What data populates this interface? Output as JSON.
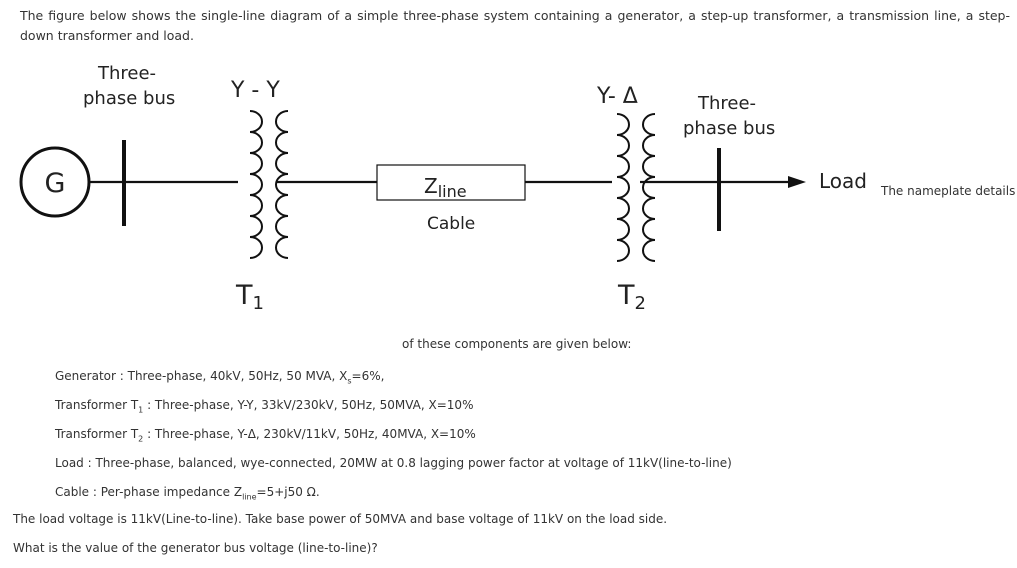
{
  "intro": "The figure below shows the single-line diagram of a simple three-phase system containing a generator, a step-up transformer, a transmission line, a step-down transformer and load.",
  "diagram": {
    "bus1_line1": "Three-",
    "bus1_line2": "phase bus",
    "t1_connection": "Y - Y",
    "t2_connection": "Y- Δ",
    "bus2_line1": "Three-",
    "bus2_line2": "phase bus",
    "generator": "G",
    "line_z": "Z",
    "line_z_sub": "line",
    "line_label": "Cable",
    "t1_label": "T",
    "t1_sub": "1",
    "t2_label": "T",
    "t2_sub": "2",
    "load": "Load"
  },
  "side_note": "The nameplate details",
  "mid_note": "of these components are given below:",
  "specs": {
    "gen_pre": "Generator : Three-phase, 40kV, 50Hz, 50 MVA, X",
    "gen_sub": "s",
    "gen_post": "=6%,",
    "t1_pre": "Transformer T",
    "t1_sub": "1",
    "t1_post": " : Three-phase, Y-Y, 33kV/230kV, 50Hz, 50MVA, X=10%",
    "t2_pre": "Transformer T",
    "t2_sub": "2",
    "t2_post": " : Three-phase, Y-Δ, 230kV/11kV, 50Hz, 40MVA, X=10%",
    "load": "Load : Three-phase, balanced, wye-connected, 20MW at 0.8 lagging power factor at voltage of 11kV(line-to-line)",
    "cable_pre": "Cable : Per-phase impedance Z",
    "cable_sub": "line",
    "cable_post": "=5+j50 Ω."
  },
  "question_line1": "The load voltage is 11kV(Line-to-line). Take base power of 50MVA and base voltage of 11kV on the load side.",
  "question_line2": "What is the value of the generator bus voltage (line-to-line)?"
}
